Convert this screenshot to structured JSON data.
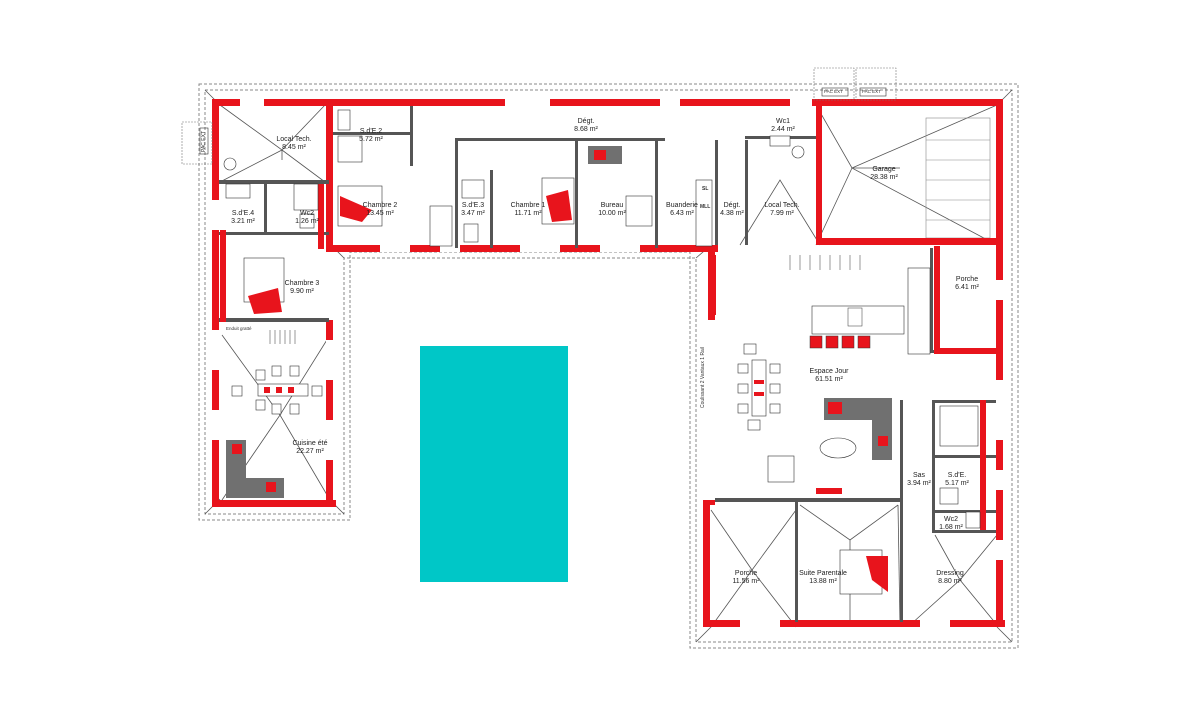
{
  "colors": {
    "wall": "#e8141c",
    "pool": "#00c7c7",
    "roof": "#666666",
    "furniture_red": "#e8141c",
    "furniture_gray": "#707070"
  },
  "rooms": [
    {
      "id": "local-tech-1",
      "name": "Local Tech.",
      "area": "8.45 m²"
    },
    {
      "id": "sde-2",
      "name": "S.d'E.2",
      "area": "5.72 m²"
    },
    {
      "id": "degt-1",
      "name": "Dégt.",
      "area": "8.68 m²"
    },
    {
      "id": "wc1",
      "name": "Wc1",
      "area": "2.44 m²"
    },
    {
      "id": "garage",
      "name": "Garage",
      "area": "28.38 m²"
    },
    {
      "id": "chambre-2",
      "name": "Chambre 2",
      "area": "13.45 m²"
    },
    {
      "id": "sde-3",
      "name": "S.d'E.3",
      "area": "3.47 m²"
    },
    {
      "id": "chambre-1",
      "name": "Chambre 1",
      "area": "11.71 m²"
    },
    {
      "id": "bureau",
      "name": "Bureau",
      "area": "10.00 m²"
    },
    {
      "id": "buanderie",
      "name": "Buanderie",
      "area": "6.43 m²"
    },
    {
      "id": "degt-2",
      "name": "Dégt.",
      "area": "4.38 m²"
    },
    {
      "id": "local-tech-2",
      "name": "Local Tech.",
      "area": "7.99 m²"
    },
    {
      "id": "sde-4",
      "name": "S.d'E.4",
      "area": "3.21 m²"
    },
    {
      "id": "wc2-left",
      "name": "Wc2",
      "area": "1.26 m²"
    },
    {
      "id": "chambre-3",
      "name": "Chambre 3",
      "area": "9.90 m²"
    },
    {
      "id": "porche-right",
      "name": "Porche",
      "area": "6.41 m²"
    },
    {
      "id": "espace-jour",
      "name": "Espace Jour",
      "area": "61.51 m²"
    },
    {
      "id": "cuisine-ete",
      "name": "Cuisine été",
      "area": "22.27 m²"
    },
    {
      "id": "sas",
      "name": "Sas",
      "area": "3.94 m²"
    },
    {
      "id": "sde-right",
      "name": "S.d'E.",
      "area": "5.17 m²"
    },
    {
      "id": "wc2-right",
      "name": "Wc2",
      "area": "1.68 m²"
    },
    {
      "id": "porche-bottom",
      "name": "Porche",
      "area": "11.56 m²"
    },
    {
      "id": "suite-parentale",
      "name": "Suite Parentale",
      "area": "13.88 m²"
    },
    {
      "id": "dressing",
      "name": "Dressing",
      "area": "8.80 m²"
    }
  ],
  "annotations": {
    "enduit": "Enduit gratté",
    "pac1": "PAC EXT",
    "pac2": "PAC EXT",
    "pac_left": "PAC EXT",
    "sl": "SL",
    "mll": "MLL",
    "coulissant": "Coulissant 2 Vantaux 1 Rail"
  }
}
